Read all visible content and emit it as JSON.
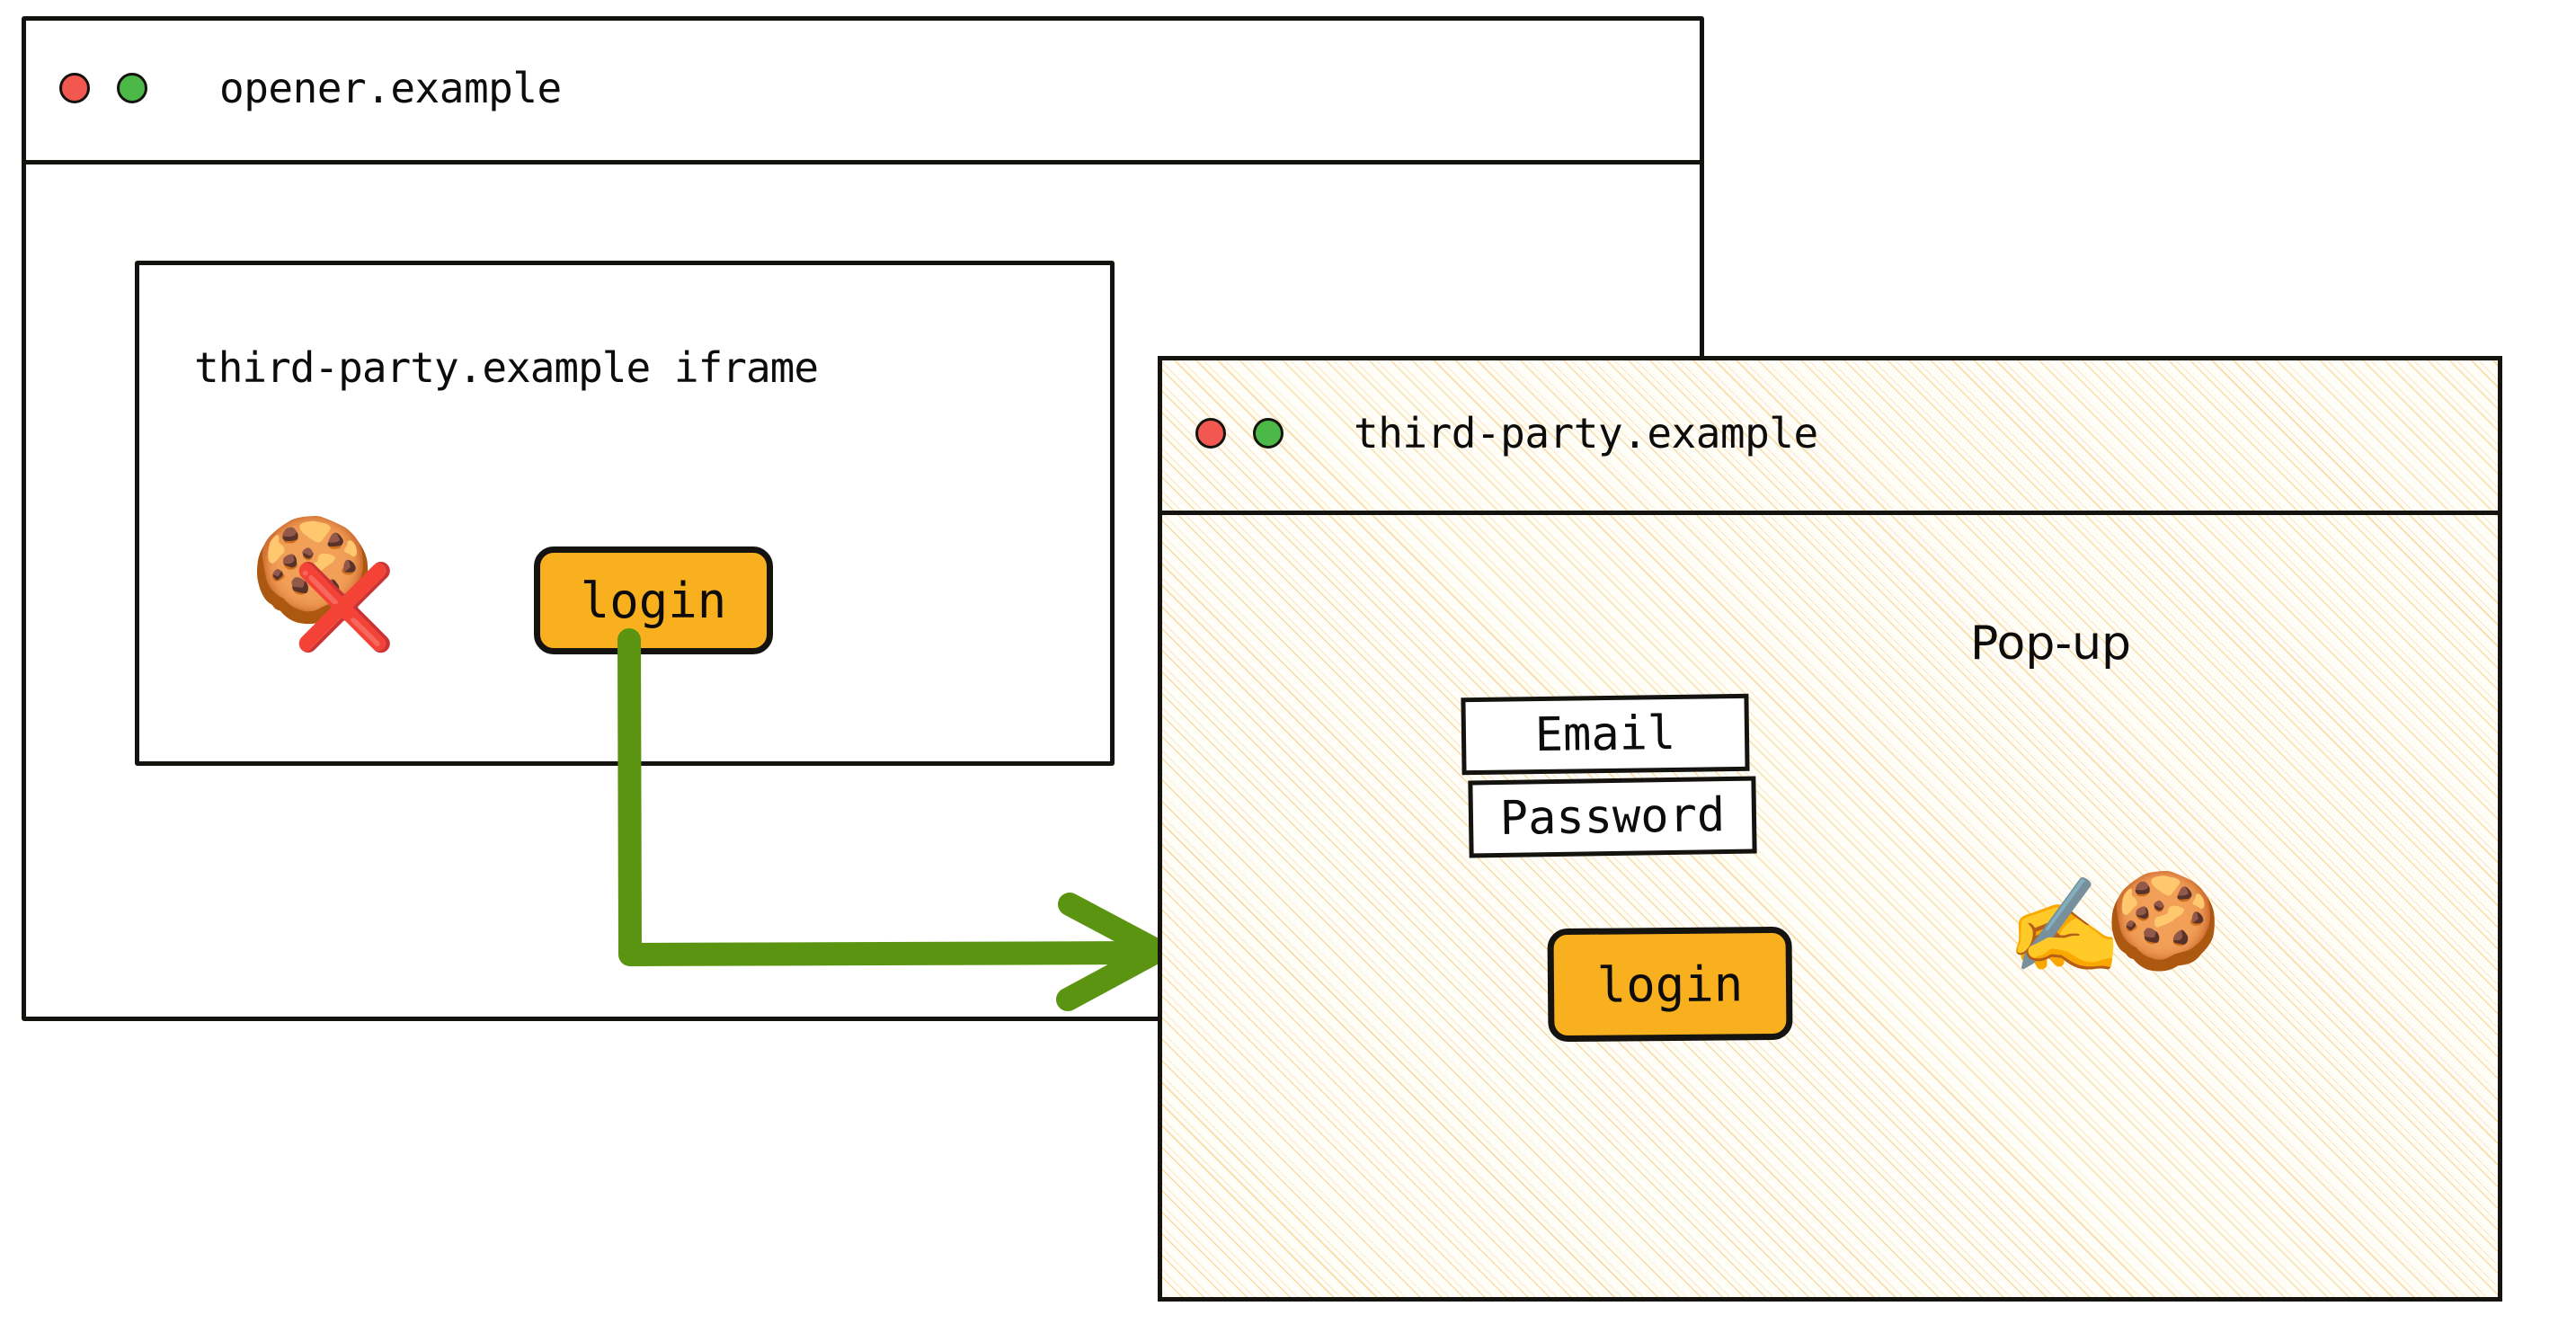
{
  "opener_window": {
    "name": "opener-window",
    "title": "opener.example",
    "controls": [
      {
        "icon": "close-traffic-light",
        "color": "#f2584f"
      },
      {
        "icon": "maximize-traffic-light",
        "color": "#4cb847"
      }
    ],
    "iframe": {
      "label": "third-party.example iframe",
      "blocked_cookie_icon": "cookie-emoji",
      "blocked_cookie_glyph": "🍪",
      "blocked_mark_icon": "red-cross-mark",
      "blocked_mark_glyph": "❌",
      "login_button_label": "login"
    }
  },
  "popup_window": {
    "name": "popup-window",
    "title": "third-party.example",
    "controls": [
      {
        "icon": "close-traffic-light",
        "color": "#f2584f"
      },
      {
        "icon": "maximize-traffic-light",
        "color": "#4cb847"
      }
    ],
    "annotation_label": "Pop-up",
    "fields": [
      {
        "name": "email-field",
        "value": "Email"
      },
      {
        "name": "password-field",
        "value": "Password"
      }
    ],
    "login_button_label": "login",
    "writing_hand_icon": "writing-hand-emoji",
    "writing_hand_glyph": "✍️",
    "cookie_icon": "cookie-emoji",
    "cookie_glyph": "🍪"
  },
  "flow": {
    "arrow_name": "login-to-popup-arrow",
    "arrow_color": "#5b9410",
    "direction": "iframe-login-button -> popup-window"
  },
  "colors": {
    "button_amber": "#f9b01e",
    "outline_black": "#15130f",
    "arrow_green": "#5b9410",
    "hatch_cream": "#f7d796",
    "traffic_red": "#f2584f",
    "traffic_green": "#4cb847"
  }
}
